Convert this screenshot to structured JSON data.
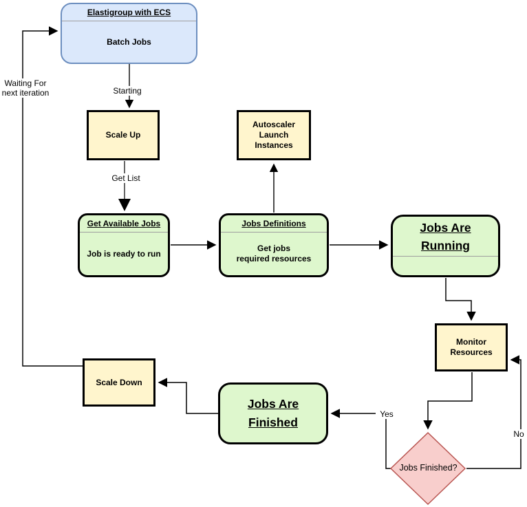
{
  "colors": {
    "node_blue_fill": "#dbe8fb",
    "node_blue_border": "#6c8ebf",
    "node_yellow_fill": "#fff5cd",
    "node_green_fill": "#def7cd",
    "node_border_dark": "#000000",
    "decision_fill": "#f8cecc",
    "decision_border": "#b85450",
    "connector": "#000000",
    "connector_gray": "#666666",
    "divider_gray": "#9e9e9e"
  },
  "nodes": {
    "elastigroup": {
      "title": "Elastigroup with ECS",
      "body": "Batch Jobs"
    },
    "scale_up": {
      "label": "Scale Up"
    },
    "autoscaler": {
      "label": "Autoscaler\nLaunch\nInstances"
    },
    "get_available_jobs": {
      "title": "Get Available Jobs",
      "body": "Job is ready to run"
    },
    "jobs_definitions": {
      "title": "Jobs Definitions",
      "body": "Get jobs\nrequired resources"
    },
    "jobs_are_running": {
      "title": "Jobs Are\nRunning"
    },
    "monitor_resources": {
      "label": "Monitor\nResources"
    },
    "scale_down": {
      "label": "Scale Down"
    },
    "jobs_are_finished": {
      "title": "Jobs Are\nFinished"
    },
    "decision": {
      "label": "Jobs Finished?"
    }
  },
  "edge_labels": {
    "starting": "Starting",
    "get_list": "Get List",
    "yes": "Yes",
    "no": "No",
    "waiting": "Waiting For\nnext iteration"
  }
}
